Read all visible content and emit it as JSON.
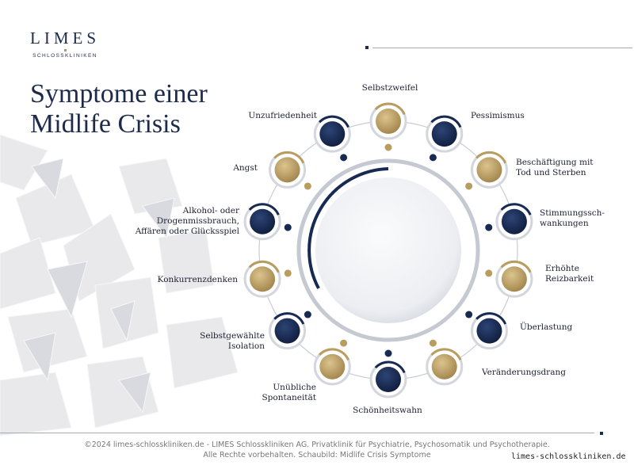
{
  "logo": {
    "name": "LIMES",
    "subtitle": "SCHLOSSKLINIKEN"
  },
  "title": {
    "line1": "Symptome einer",
    "line2": "Midlife Crisis"
  },
  "colors": {
    "navy": "#172a52",
    "gold": "#b99d5e",
    "ring": "#c8ccd3",
    "text": "#1b2030"
  },
  "symptoms": [
    {
      "label": "Selbstzweifel",
      "color": "gold"
    },
    {
      "label": "Pessimismus",
      "color": "navy"
    },
    {
      "label": "Beschäftigung mit Tod und Sterben",
      "line1": "Beschäftigung mit",
      "line2": "Tod und Sterben",
      "color": "gold"
    },
    {
      "label": "Stimmungsschwankungen",
      "line1": "Stimmungssch-",
      "line2": "wankungen",
      "color": "navy"
    },
    {
      "label": "Erhöhte Reizbarkeit",
      "line1": "Erhöhte",
      "line2": "Reizbarkeit",
      "color": "gold"
    },
    {
      "label": "Überlastung",
      "color": "navy"
    },
    {
      "label": "Veränderungsdrang",
      "color": "gold"
    },
    {
      "label": "Schönheitswahn",
      "color": "navy"
    },
    {
      "label": "Unübliche Spontaneität",
      "line1": "Unübliche",
      "line2": "Spontaneität",
      "color": "gold"
    },
    {
      "label": "Selbstgewählte Isolation",
      "line1": "Selbstgewählte",
      "line2": "Isolation",
      "color": "navy"
    },
    {
      "label": "Konkurrenzdenken",
      "color": "gold"
    },
    {
      "label": "Alkohol- oder Drogenmissbrauch, Affären oder Glücksspiel",
      "line1": "Alkohol- oder",
      "line2": "Drogenmissbrauch,",
      "line3": "Affären oder Glücksspiel",
      "color": "navy"
    },
    {
      "label": "Angst",
      "color": "gold"
    },
    {
      "label": "Unzufriedenheit",
      "color": "navy"
    }
  ],
  "footer": {
    "line1": "©2024 limes-schlosskliniken.de - LIMES Schlosskliniken AG. Privatklinik für Psychiatrie, Psychosomatik und Psychotherapie.",
    "line2": "Alle Rechte vorbehalten. Schaubild: Midlife Crisis Symptome"
  },
  "watermark": "limes-schlosskliniken.de"
}
